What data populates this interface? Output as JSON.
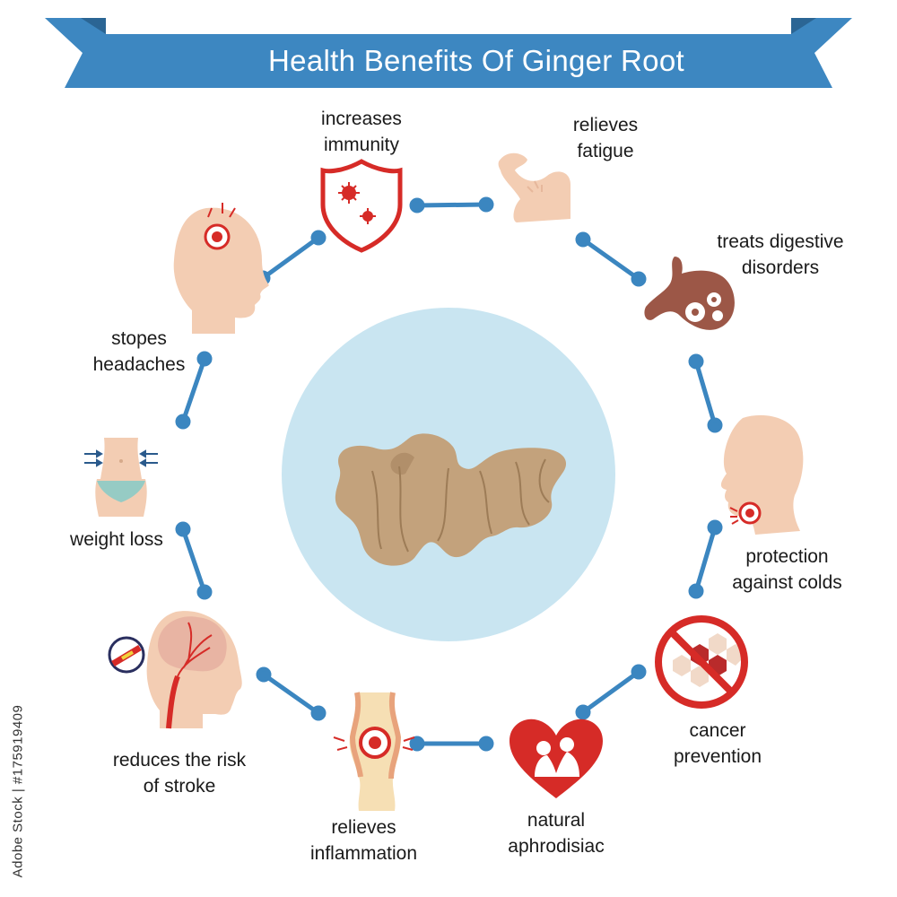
{
  "title": "Health Benefits Of Ginger Root",
  "credit": "Adobe Stock | #175919409",
  "colors": {
    "banner": "#3d87c1",
    "banner_dark": "#2b6594",
    "connector": "#3b86c0",
    "center_circle": "#c9e5f1",
    "ginger": "#c3a27c",
    "accent_red": "#d62b27",
    "skin": "#f3cdb3"
  },
  "benefits": [
    {
      "id": "immunity",
      "label": "increases\nimmunity",
      "icon": "shield-virus-icon"
    },
    {
      "id": "fatigue",
      "label": "relieves\nfatigue",
      "icon": "flexed-arm-icon"
    },
    {
      "id": "digestive",
      "label": "treats digestive\ndisorders",
      "icon": "stomach-gears-icon"
    },
    {
      "id": "colds",
      "label": "protection\nagainst colds",
      "icon": "sore-throat-head-icon"
    },
    {
      "id": "cancer",
      "label": "cancer\nprevention",
      "icon": "no-cancer-cells-icon"
    },
    {
      "id": "aphrodisiac",
      "label": "natural\naphrodisiac",
      "icon": "heart-couple-icon"
    },
    {
      "id": "inflammation",
      "label": "relieves\ninflammation",
      "icon": "inflamed-joint-icon"
    },
    {
      "id": "stroke",
      "label": "reduces the risk\nof stroke",
      "icon": "brain-artery-icon"
    },
    {
      "id": "weight",
      "label": "weight loss",
      "icon": "slim-waist-icon"
    },
    {
      "id": "headaches",
      "label": "stopes\nheadaches",
      "icon": "headache-head-icon"
    }
  ],
  "center_icon": "ginger-root-icon"
}
